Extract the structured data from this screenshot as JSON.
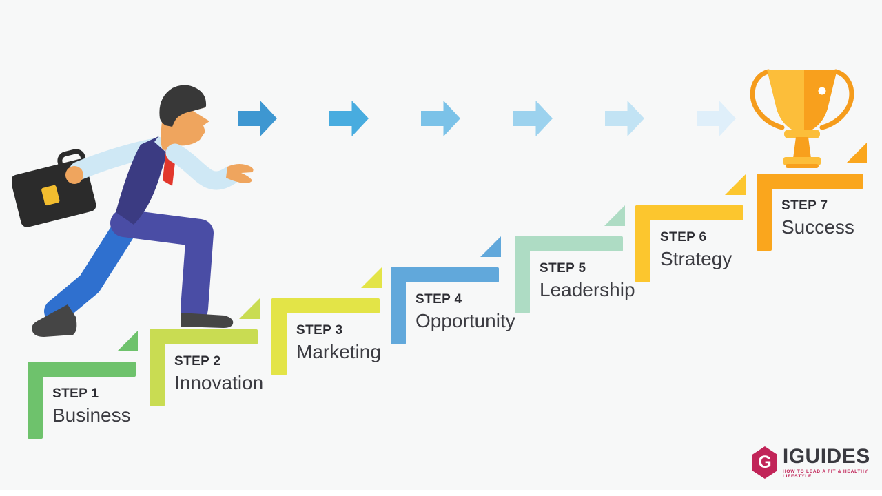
{
  "background_color": "#f7f8f8",
  "steps": [
    {
      "step": "STEP 1",
      "label": "Business",
      "color": "#6ec26c"
    },
    {
      "step": "STEP 2",
      "label": "Innovation",
      "color": "#c9dc52"
    },
    {
      "step": "STEP 3",
      "label": "Marketing",
      "color": "#e3e447"
    },
    {
      "step": "STEP 4",
      "label": "Opportunity",
      "color": "#61a8db"
    },
    {
      "step": "STEP 5",
      "label": "Leadership",
      "color": "#aedcc4"
    },
    {
      "step": "STEP 6",
      "label": "Strategy",
      "color": "#fcc62e"
    },
    {
      "step": "STEP 7",
      "label": "Success",
      "color": "#faa61d"
    }
  ],
  "arrows": [
    {
      "color": "#3e97d1"
    },
    {
      "color": "#48acdf"
    },
    {
      "color": "#7bc2e8"
    },
    {
      "color": "#9cd2ee"
    },
    {
      "color": "#c2e3f4"
    },
    {
      "color": "#dfeffa"
    }
  ],
  "trophy": {
    "body_color": "#f8a01d",
    "light_color": "#fcbe3a",
    "handle_color": "#f59c1c",
    "highlight_color": "#ffffff"
  },
  "man": {
    "hair": "#383838",
    "skin": "#efa55e",
    "shirt": "#cfe8f5",
    "vest": "#3b3b82",
    "tie": "#e2372c",
    "front_leg": "#4a4da5",
    "back_leg": "#2f70cf",
    "shoes": "#454545",
    "briefcase": "#2b2b2b",
    "clasp": "#f2bd2f"
  },
  "logo": {
    "monogram": "G",
    "name": "IGUIDES",
    "tagline": "HOW TO LEAD A FIT & HEALTHY LIFESTYLE",
    "accent_color": "#c12458",
    "text_color": "#3a3a40"
  }
}
